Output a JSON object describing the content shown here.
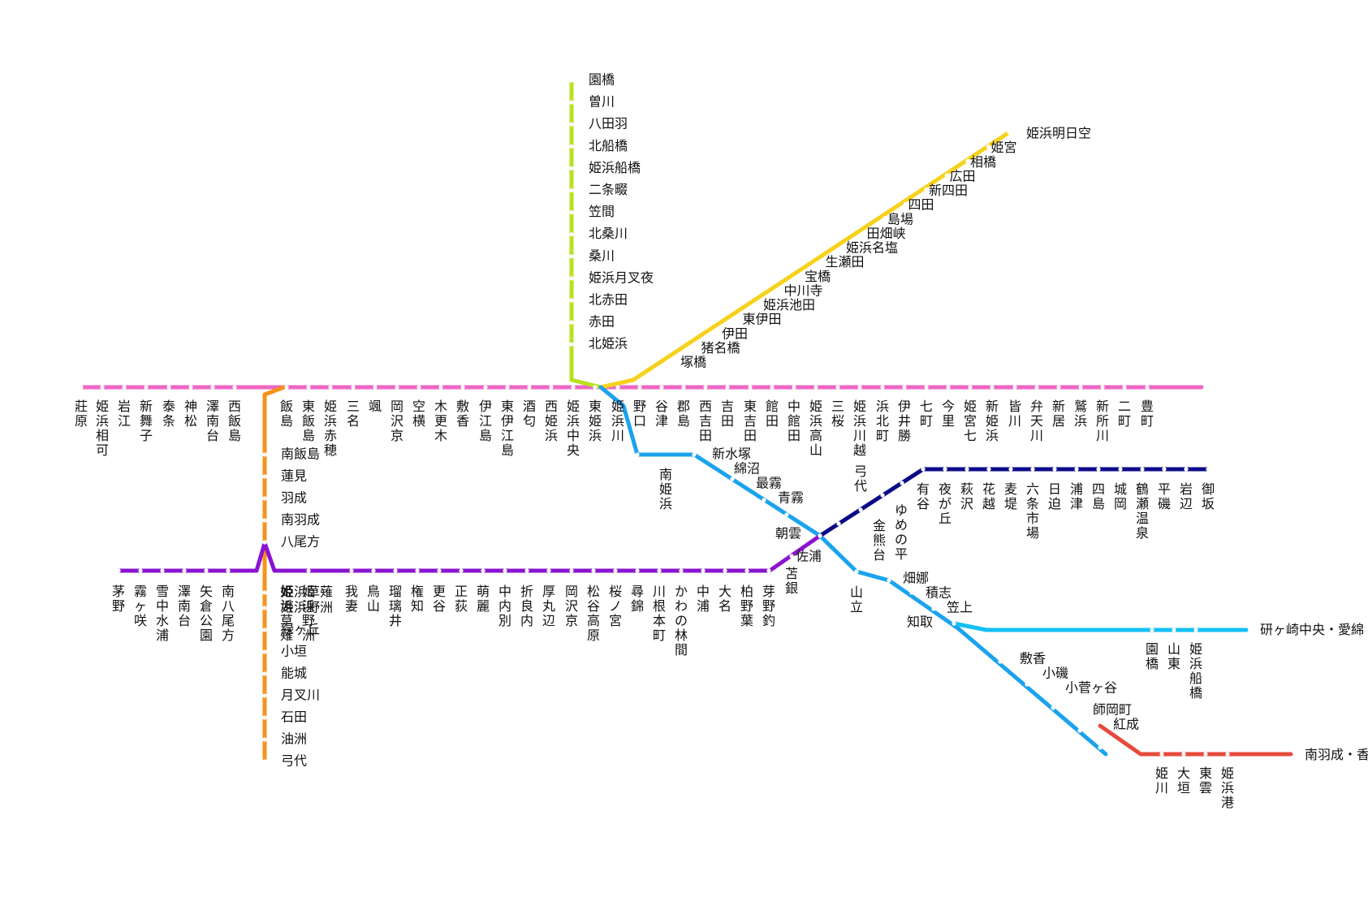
{
  "lines": [
    {
      "name": "line-pink",
      "color": "#ee66c4"
    },
    {
      "name": "line-lime",
      "color": "#b8e21e"
    },
    {
      "name": "line-yellow",
      "color": "#f7d21b"
    },
    {
      "name": "line-skyblue",
      "color": "#1aa3ef"
    },
    {
      "name": "line-orange",
      "color": "#f7921b"
    },
    {
      "name": "line-navy",
      "color": "#0b0a88"
    },
    {
      "name": "line-purple",
      "color": "#8a14d0"
    },
    {
      "name": "line-maroon",
      "color": "#9c0b2e"
    },
    {
      "name": "line-lightblue",
      "color": "#12c0f5"
    },
    {
      "name": "line-red",
      "color": "#e64a3c"
    }
  ],
  "stations": {
    "pink_west": [
      "莊原",
      "姫浜相可",
      "岩江",
      "新舞子",
      "泰条",
      "神松",
      "澤南台",
      "西飯島"
    ],
    "pink_east": [
      "飯島",
      "東飯島",
      "姫浜赤穂",
      "三名",
      "颯",
      "岡沢京",
      "空横",
      "木更木",
      "敷香",
      "伊江島",
      "東伊江島",
      "酒匂",
      "西姫浜",
      "姫浜中央",
      "東姫浜",
      "姫浜川",
      "野口",
      "谷津",
      "郡島",
      "西吉田",
      "吉田",
      "東吉田",
      "館田",
      "中館田",
      "姫浜高山",
      "三桜",
      "姫浜川越",
      "浜北町",
      "伊井勝",
      "七町",
      "今里",
      "姫宮七",
      "新姫浜",
      "皆川",
      "弁天川",
      "新居",
      "鷲浜",
      "新所川",
      "二町",
      "豊町"
    ],
    "lime": [
      "園橋",
      "曽川",
      "八田羽",
      "北船橋",
      "姫浜船橋",
      "二条畷",
      "笠間",
      "北桑川",
      "桑川",
      "姫浜月叉夜",
      "北赤田",
      "赤田",
      "北姫浜"
    ],
    "yellow": [
      "姫浜明日空",
      "姫宮",
      "相橋",
      "広田",
      "新四田",
      "四田",
      "島場",
      "田畑峡",
      "姫浜名塩",
      "生瀬田",
      "宝橋",
      "中川寺",
      "姫浜池田",
      "東伊田",
      "伊田",
      "猪名橋",
      "塚橋"
    ],
    "skyblue_upper": [
      "南姫浜",
      "新水塚",
      "綿沼",
      "最霧",
      "青霧",
      "朝雲"
    ],
    "skyblue_lower": [
      "佐浦",
      "山立",
      "畑娜",
      "積志",
      "笠上",
      "知取",
      "敷香",
      "小磯",
      "小菅ヶ谷",
      "師岡町",
      "紅成"
    ],
    "orange_upper": [
      "南飯島",
      "蓮見",
      "羽成",
      "南羽成",
      "八尾方"
    ],
    "orange_lower": [
      "姫浜草薙",
      "姫浜野洲",
      "緑ヶ丘",
      "小垣",
      "能城",
      "月叉川",
      "石田",
      "油洲",
      "弓代"
    ],
    "navy_diag": [
      "弓代",
      "金熊台",
      "ゆめの平"
    ],
    "navy": [
      "有谷",
      "夜が丘",
      "萩沢",
      "花越",
      "麦堤",
      "六条市場",
      "日迫",
      "浦津",
      "四島",
      "城岡",
      "鶴瀬温泉",
      "平磯",
      "岩辺",
      "御坂"
    ],
    "purple": [
      "我妻",
      "鳥山",
      "瑠璃井",
      "権知",
      "更谷",
      "正荻",
      "萌麗",
      "中内別",
      "折良内",
      "厚丸辺",
      "岡沢京",
      "松谷高原",
      "桜ノ宮",
      "尋錦",
      "川根本町",
      "かわの林間",
      "中浦",
      "大名",
      "柏野葉",
      "芽野釣",
      "苫銀"
    ],
    "maroon": [
      "茅野",
      "霧ヶ咲",
      "雪中水浦",
      "澤南台",
      "矢倉公園",
      "南八尾方"
    ],
    "lightblue": [
      "園橋",
      "山東",
      "姫浜船橋"
    ],
    "red": [
      "姫川",
      "大垣",
      "東雲",
      "姫浜港"
    ]
  },
  "destinations": {
    "lightblue": "研ヶ崎中央・愛綿",
    "red": "南羽成・香"
  }
}
